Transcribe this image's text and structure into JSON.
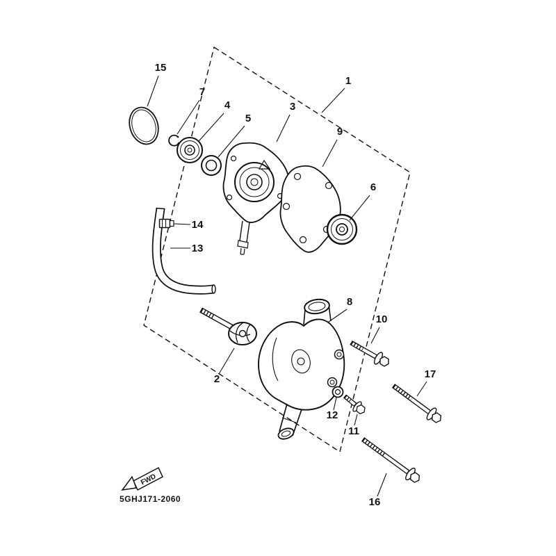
{
  "diagram_code": "5GHJ171-2060",
  "fwd": "FWD",
  "colors": {
    "ink": "#111111",
    "background": "#ffffff"
  },
  "labels": {
    "p1": "1",
    "p2": "2",
    "p3": "3",
    "p4": "4",
    "p5": "5",
    "p6": "6",
    "p7": "7",
    "p8": "8",
    "p9": "9",
    "p10": "10",
    "p11": "11",
    "p12": "12",
    "p13": "13",
    "p14": "14",
    "p15": "15",
    "p16": "16",
    "p17": "17"
  }
}
